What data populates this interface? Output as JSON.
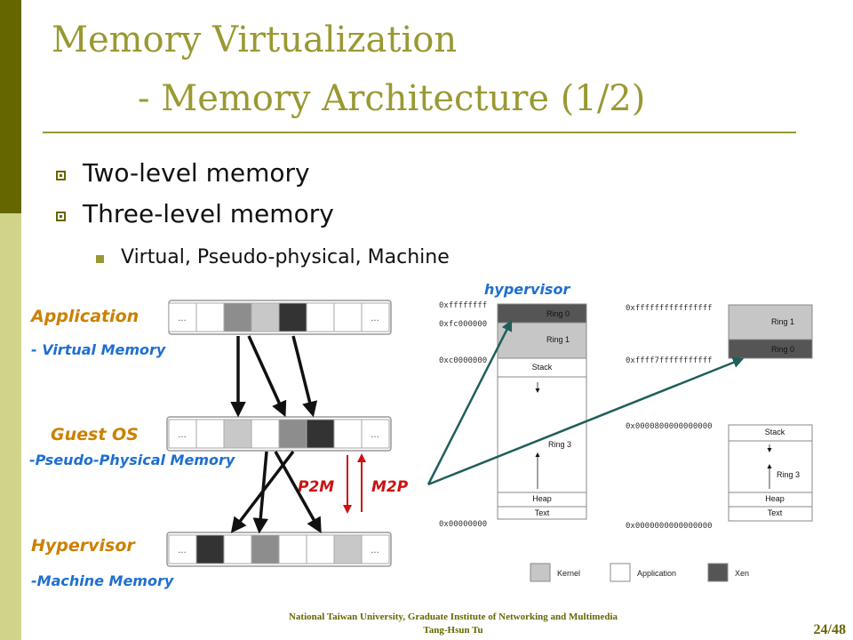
{
  "title": {
    "line1": "Memory Virtualization",
    "line2": "- Memory Architecture (1/2)"
  },
  "bullets": [
    {
      "text": "Two-level memory"
    },
    {
      "text": "Three-level memory",
      "sub": [
        "Virtual, Pseudo-physical, Machine"
      ]
    }
  ],
  "diagram": {
    "application_label": "Application",
    "virtual_memory_label": "- Virtual Memory",
    "guest_label": "Guest OS",
    "pseudo_physical_label": "-Pseudo-Physical Memory",
    "hypervisor_label": "Hypervisor",
    "machine_memory_label": "-Machine Memory",
    "cell_ellipsis": "...",
    "p2m_label": "P2M",
    "m2p_label": "M2P",
    "hypervisor_top_label": "hypervisor"
  },
  "layout32": {
    "addresses": [
      "0xffffffff",
      "0xfc000000",
      "0xc0000000",
      "0x00000000"
    ],
    "regions": [
      "Ring 0",
      "Ring 1",
      "Stack",
      "Ring 3",
      "Heap",
      "Text"
    ]
  },
  "layout64": {
    "addresses": [
      "0xffffffffffffffff",
      "0xffff7fffffffffff",
      "0x0000800000000000",
      "0x0000000000000000"
    ],
    "upper_regions": [
      "Ring 1",
      "Ring 0"
    ],
    "lower_regions": [
      "Stack",
      "Ring 3",
      "Heap",
      "Text"
    ]
  },
  "legend": [
    {
      "label": "Kernel",
      "color": "#c6c6c6"
    },
    {
      "label": "Application",
      "color": "#ffffff"
    },
    {
      "label": "Xen",
      "color": "#555555"
    }
  ],
  "colors": {
    "accent": "#999933",
    "sidebar_dark": "#666600",
    "sidebar_light": "#cfd48a",
    "orange_label": "#cc8000",
    "blue_label": "#1f6fd0",
    "red_label": "#cc1111",
    "teal_arrow": "#1f5f5a"
  },
  "footer": {
    "line1": "National Taiwan University, Graduate Institute of Networking and Multimedia",
    "line2": "Tang-Hsun Tu",
    "page": "24/48"
  }
}
